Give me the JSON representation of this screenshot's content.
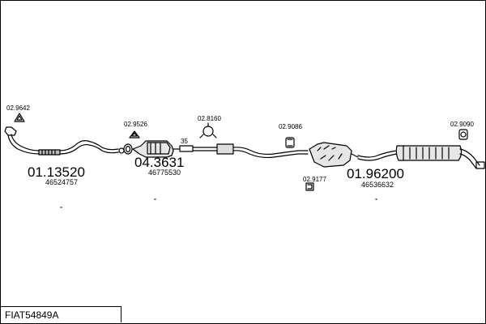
{
  "title": "FIAT54849A",
  "parts": [
    {
      "number": "01.13520",
      "oe": "46524757"
    },
    {
      "number": "04.3631",
      "oe": "46775530"
    },
    {
      "number": "01.96200",
      "oe": "46536632"
    }
  ],
  "accessories": {
    "gasket_front": "02.9642",
    "gasket_cat": "02.9526",
    "clamp": "02.8160",
    "pipe_tag": "35",
    "hanger_mid": "02.9086",
    "clamp_rear": "02.9177",
    "hanger_rear": "02.9090"
  }
}
